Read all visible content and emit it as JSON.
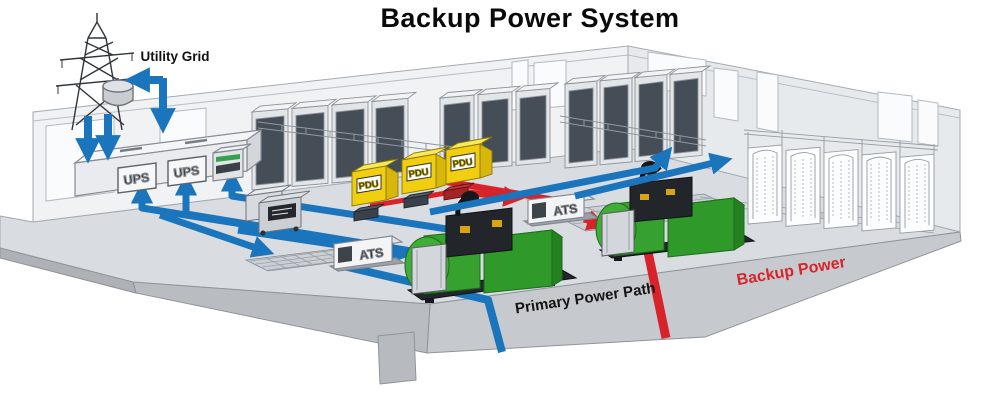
{
  "title": "Backup Power System",
  "utility": {
    "label": "Utility Grid"
  },
  "equipment": {
    "ups_units": [
      {
        "label": "UPS"
      },
      {
        "label": "UPS"
      }
    ],
    "pdu_units": [
      {
        "label": "PDU"
      },
      {
        "label": "PDU"
      },
      {
        "label": "PDU"
      }
    ],
    "ats_units": [
      {
        "label": "ATS"
      },
      {
        "label": "ATS"
      }
    ]
  },
  "legend": {
    "primary": {
      "label": "Primary Power Path",
      "color": "#1b75bc"
    },
    "backup": {
      "label": "Backup Power",
      "color": "#d8232a"
    }
  },
  "palette": {
    "pdu_yellow": "#f2ce10",
    "generator_green": "#36a12f"
  }
}
